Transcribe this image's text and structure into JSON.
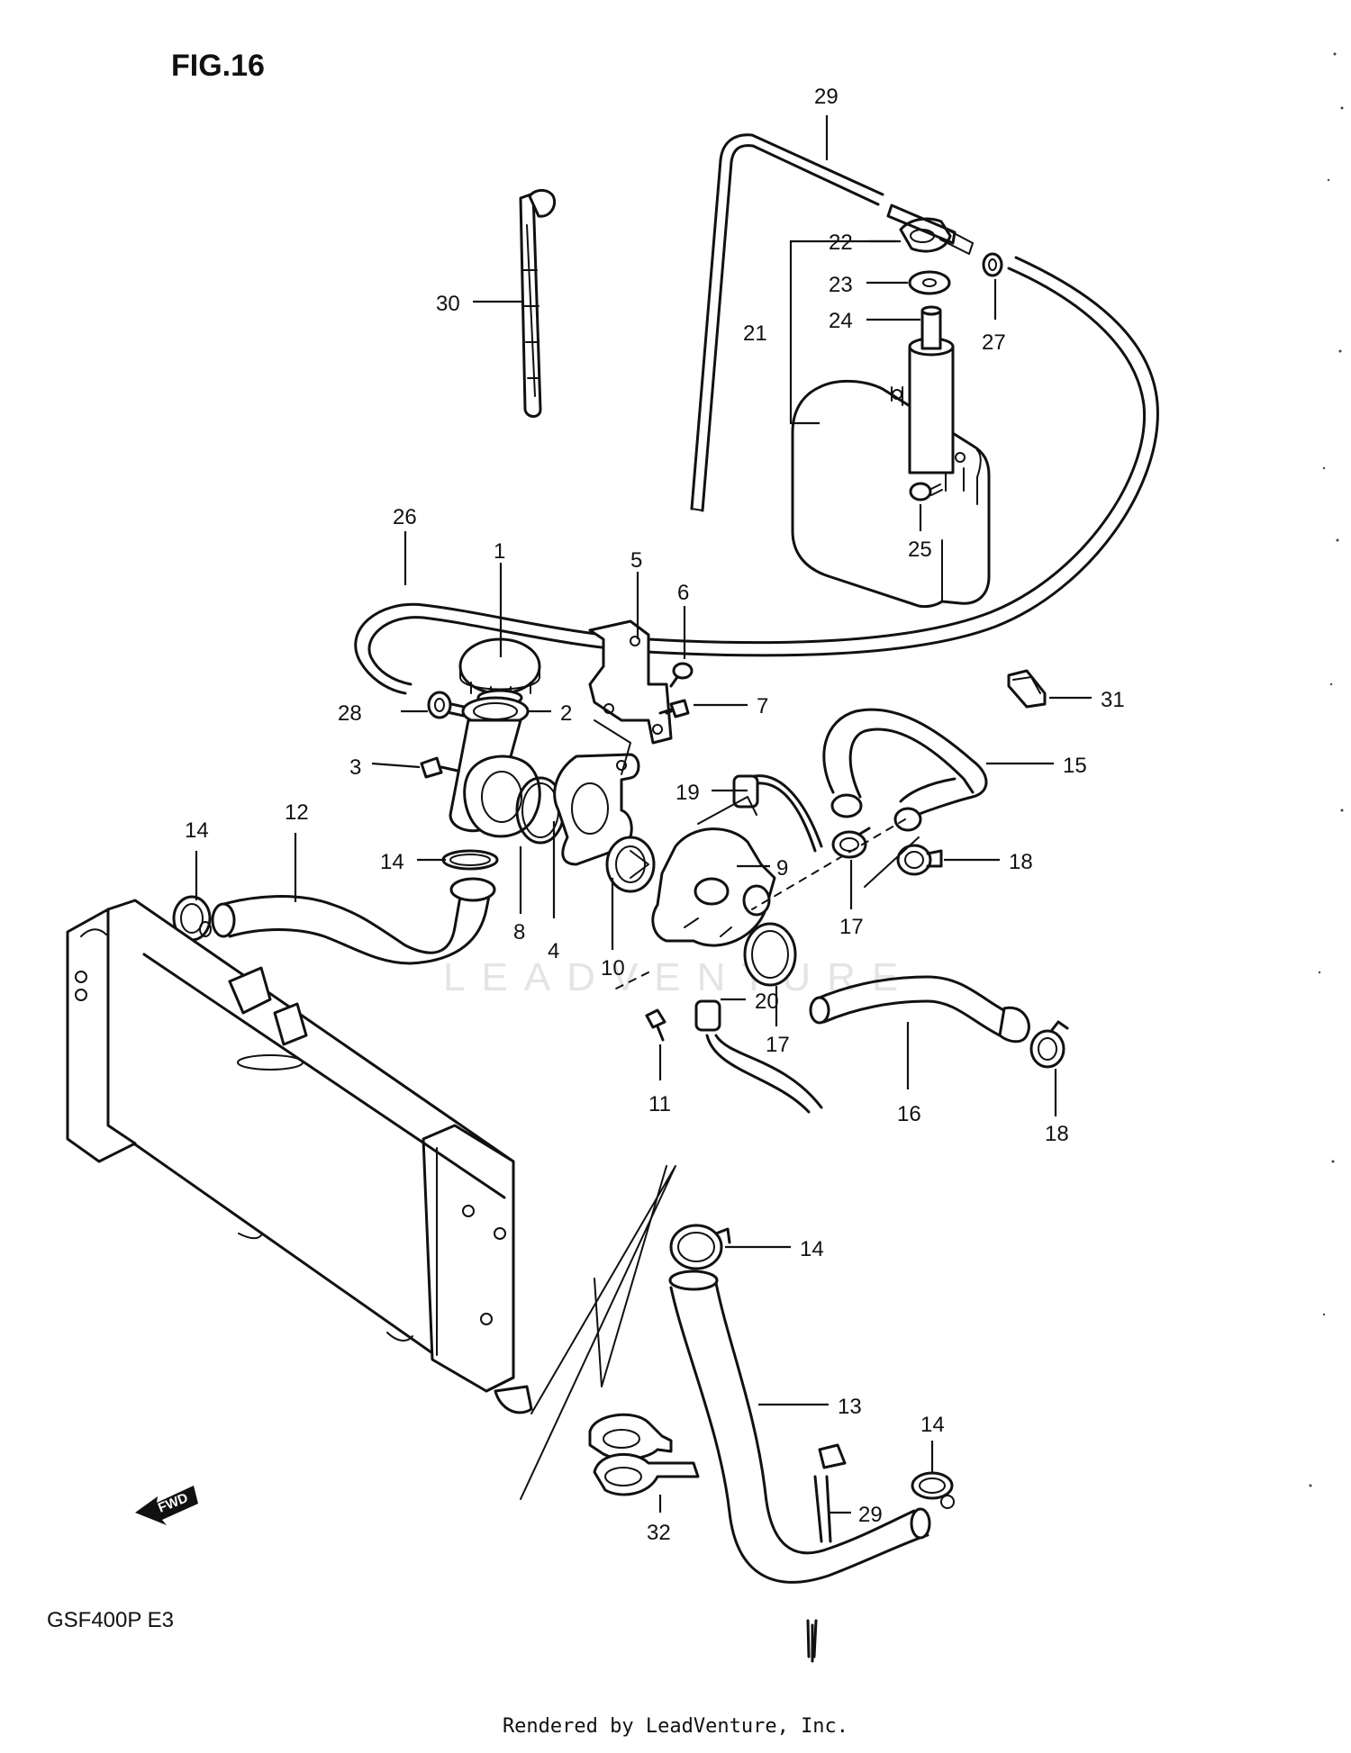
{
  "figure": {
    "title": "FIG.16",
    "model": "GSF400P  E3",
    "watermark": "LEADVENTURE"
  },
  "fwd_arrow_label": "FWD",
  "footer": "Rendered by LeadVenture, Inc.",
  "callouts": {
    "c1": "1",
    "c2": "2",
    "c3": "3",
    "c4": "4",
    "c5": "5",
    "c6": "6",
    "c7": "7",
    "c8": "8",
    "c9": "9",
    "c10": "10",
    "c11": "11",
    "c12": "12",
    "c13": "13",
    "c14a": "14",
    "c14b": "14",
    "c14c": "14",
    "c14d": "14",
    "c15": "15",
    "c16": "16",
    "c17a": "17",
    "c17b": "17",
    "c18a": "18",
    "c18b": "18",
    "c19": "19",
    "c20": "20",
    "c21": "21",
    "c22": "22",
    "c23": "23",
    "c24": "24",
    "c25": "25",
    "c26": "26",
    "c27": "27",
    "c28": "28",
    "c29a": "29",
    "c29b": "29",
    "c30": "30",
    "c31": "31",
    "c32": "32"
  }
}
